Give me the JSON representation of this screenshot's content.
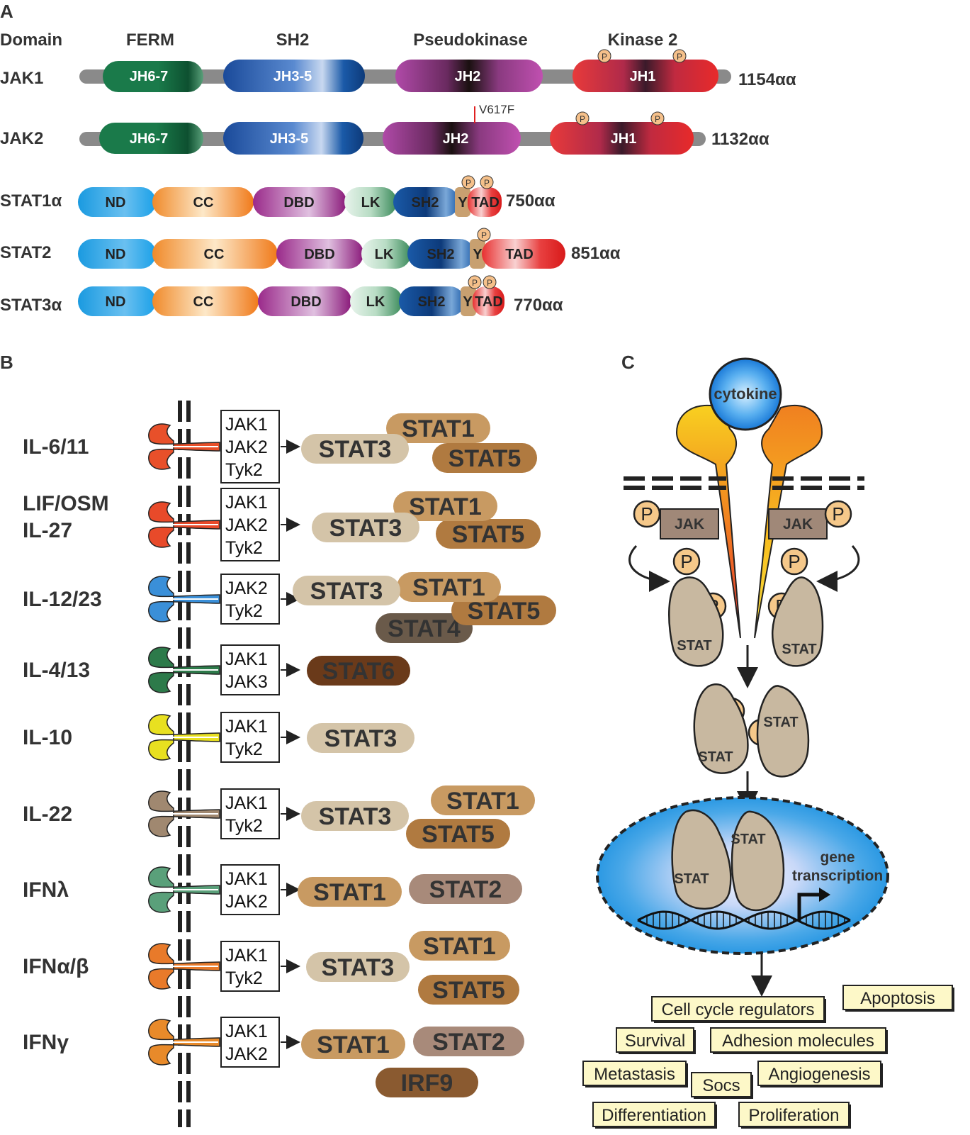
{
  "panels": {
    "a": "A",
    "b": "B",
    "c": "C"
  },
  "panel_a": {
    "domain_header": "Domain",
    "domain_names": [
      "FERM",
      "SH2",
      "Pseudokinase",
      "Kinase 2"
    ],
    "jak1": {
      "name": "JAK1",
      "domains": [
        "JH6-7",
        "JH3-5",
        "JH2",
        "JH1"
      ],
      "length": "1154αα"
    },
    "jak2": {
      "name": "JAK2",
      "domains": [
        "JH6-7",
        "JH3-5",
        "JH2",
        "JH1"
      ],
      "length": "1132αα",
      "mutation": "V617F"
    },
    "stat1": {
      "name": "STAT1α",
      "domains": [
        "ND",
        "CC",
        "DBD",
        "LK",
        "SH2",
        "Y",
        "TAD"
      ],
      "length": "750αα"
    },
    "stat2": {
      "name": "STAT2",
      "domains": [
        "ND",
        "CC",
        "DBD",
        "LK",
        "SH2",
        "Y",
        "TAD"
      ],
      "length": "851αα"
    },
    "stat3": {
      "name": "STAT3α",
      "domains": [
        "ND",
        "CC",
        "DBD",
        "LK",
        "SH2",
        "Y",
        "TAD"
      ],
      "length": "770αα"
    },
    "phospho": "P"
  },
  "panel_b": {
    "rows": [
      {
        "cytokine": "IL-6/11",
        "jaks": [
          "JAK1",
          "JAK2",
          "Tyk2"
        ],
        "stats": [
          "STAT3",
          "STAT1",
          "STAT5"
        ],
        "color": "#e8502a"
      },
      {
        "cytokine": "LIF/OSM",
        "cytokine2": "IL-27",
        "jaks": [
          "JAK1",
          "JAK2",
          "Tyk2"
        ],
        "stats": [
          "STAT3",
          "STAT1",
          "STAT5"
        ],
        "color": "#e84a2a"
      },
      {
        "cytokine": "IL-12/23",
        "jaks": [
          "JAK2",
          "Tyk2"
        ],
        "stats": [
          "STAT3",
          "STAT1",
          "STAT5",
          "STAT4"
        ],
        "color": "#3a8fd8"
      },
      {
        "cytokine": "IL-4/13",
        "jaks": [
          "JAK1",
          "JAK3"
        ],
        "stats": [
          "STAT6"
        ],
        "color": "#2d7a4a"
      },
      {
        "cytokine": "IL-10",
        "jaks": [
          "JAK1",
          "Tyk2"
        ],
        "stats": [
          "STAT3"
        ],
        "color": "#e8e020"
      },
      {
        "cytokine": "IL-22",
        "jaks": [
          "JAK1",
          "Tyk2"
        ],
        "stats": [
          "STAT3",
          "STAT1",
          "STAT5"
        ],
        "color": "#a08870"
      },
      {
        "cytokine": "IFNλ",
        "jaks": [
          "JAK1",
          "JAK2"
        ],
        "stats": [
          "STAT1",
          "STAT2"
        ],
        "color": "#5aa07a"
      },
      {
        "cytokine": "IFNα/β",
        "jaks": [
          "JAK1",
          "Tyk2"
        ],
        "stats": [
          "STAT3",
          "STAT1",
          "STAT5"
        ],
        "color": "#e87a2a"
      },
      {
        "cytokine": "IFNγ",
        "jaks": [
          "JAK1",
          "JAK2"
        ],
        "stats": [
          "STAT1",
          "STAT2",
          "IRF9"
        ],
        "color": "#e88a2a"
      }
    ]
  },
  "panel_c": {
    "cytokine": "cytokine",
    "jak": "JAK",
    "p": "P",
    "stat": "STAT",
    "gene_transcription": [
      "gene",
      "transcription"
    ],
    "outcomes": [
      "Apoptosis",
      "Cell cycle regulators",
      "Survival",
      "Adhesion molecules",
      "Metastasis",
      "Socs",
      "Angiogenesis",
      "Differentiation",
      "Proliferation"
    ]
  }
}
